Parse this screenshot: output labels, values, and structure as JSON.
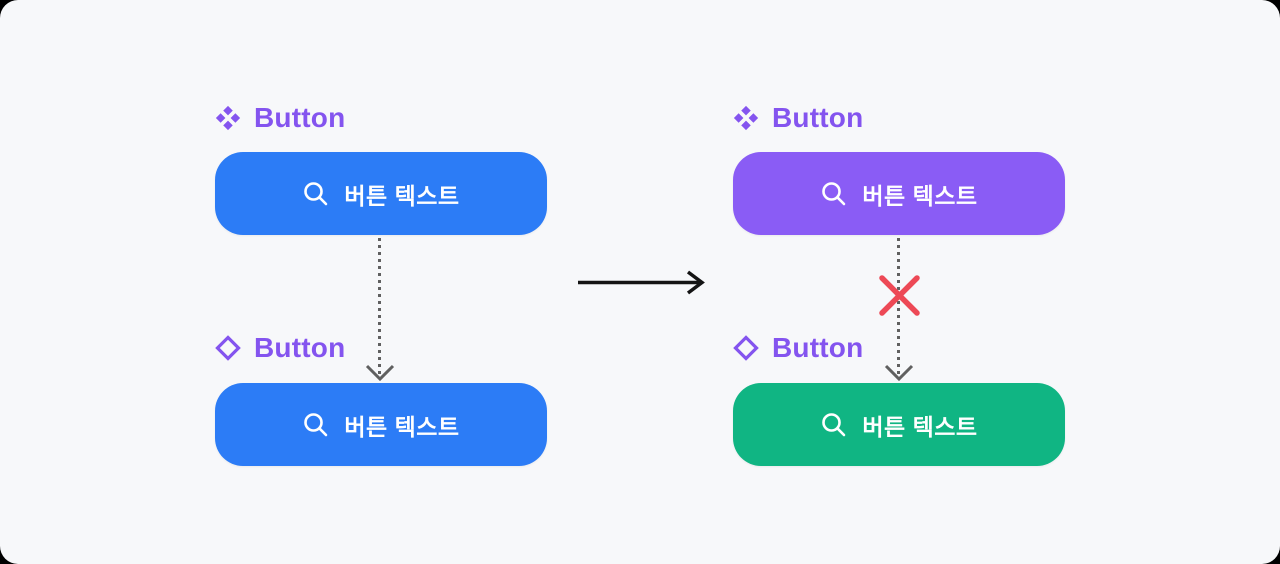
{
  "colors": {
    "background": "#F7F8FA",
    "primary_blue": "#2C7CF6",
    "purple": "#8A5CF5",
    "green": "#10B583",
    "label_purple": "#8454EF",
    "connector_gray": "#606060",
    "error_red": "#ED4956",
    "arrow_black": "#141414",
    "button_text_white": "#FFFFFF"
  },
  "before": {
    "main_label": "Button",
    "main_button_text": "버튼 텍스트",
    "instance_label": "Button",
    "instance_button_text": "버튼 텍스트"
  },
  "after": {
    "main_label": "Button",
    "main_button_text": "버튼 텍스트",
    "instance_label": "Button",
    "instance_button_text": "버튼 텍스트"
  }
}
